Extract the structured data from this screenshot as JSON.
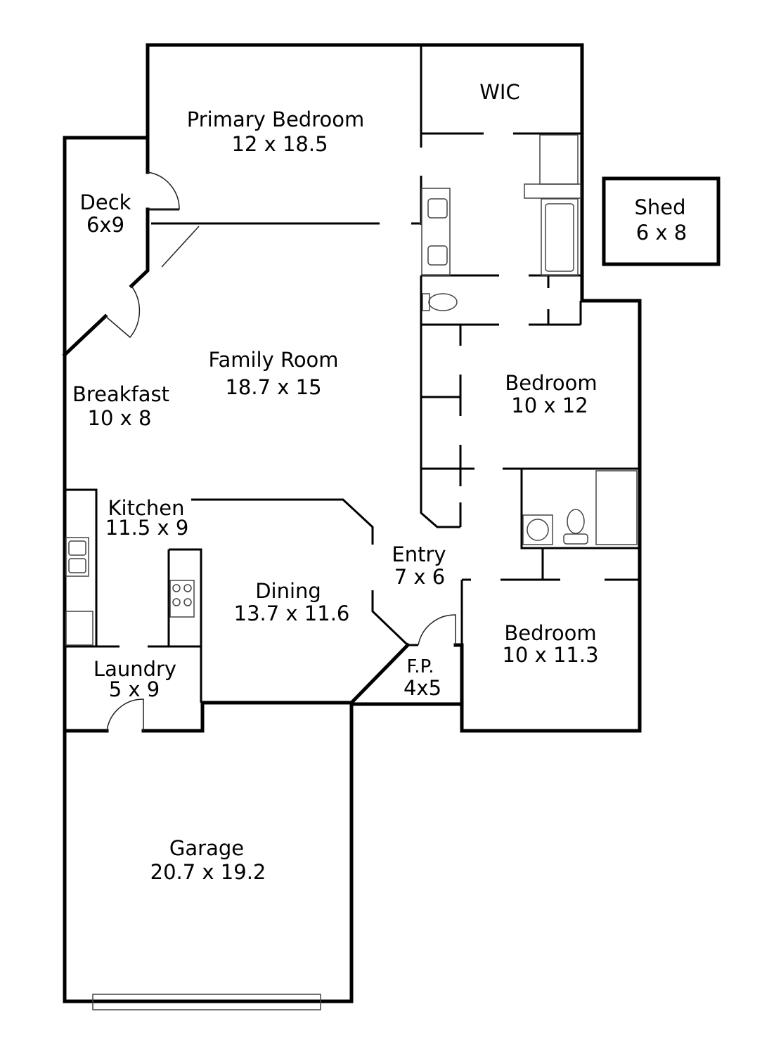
{
  "rooms": [
    {
      "name": "Primary Bedroom",
      "size": "12 x 18.5"
    },
    {
      "name": "WIC",
      "size": ""
    },
    {
      "name": "Shed",
      "size": "6 x 8"
    },
    {
      "name": "Deck",
      "size": "6x9"
    },
    {
      "name": "Family Room",
      "size": "18.7 x 15"
    },
    {
      "name": "Breakfast",
      "size": "10 x 8"
    },
    {
      "name": "Bedroom",
      "size": "10 x 12"
    },
    {
      "name": "Kitchen",
      "size": "11.5 x 9"
    },
    {
      "name": "Entry",
      "size": "7 x 6"
    },
    {
      "name": "Dining",
      "size": "13.7 x 11.6"
    },
    {
      "name": "Bedroom",
      "size": "10 x 11.3"
    },
    {
      "name": "Laundry",
      "size": "5 x 9"
    },
    {
      "name": "F.P.",
      "size": "4x5"
    },
    {
      "name": "Garage",
      "size": "20.7 x 19.2"
    }
  ]
}
